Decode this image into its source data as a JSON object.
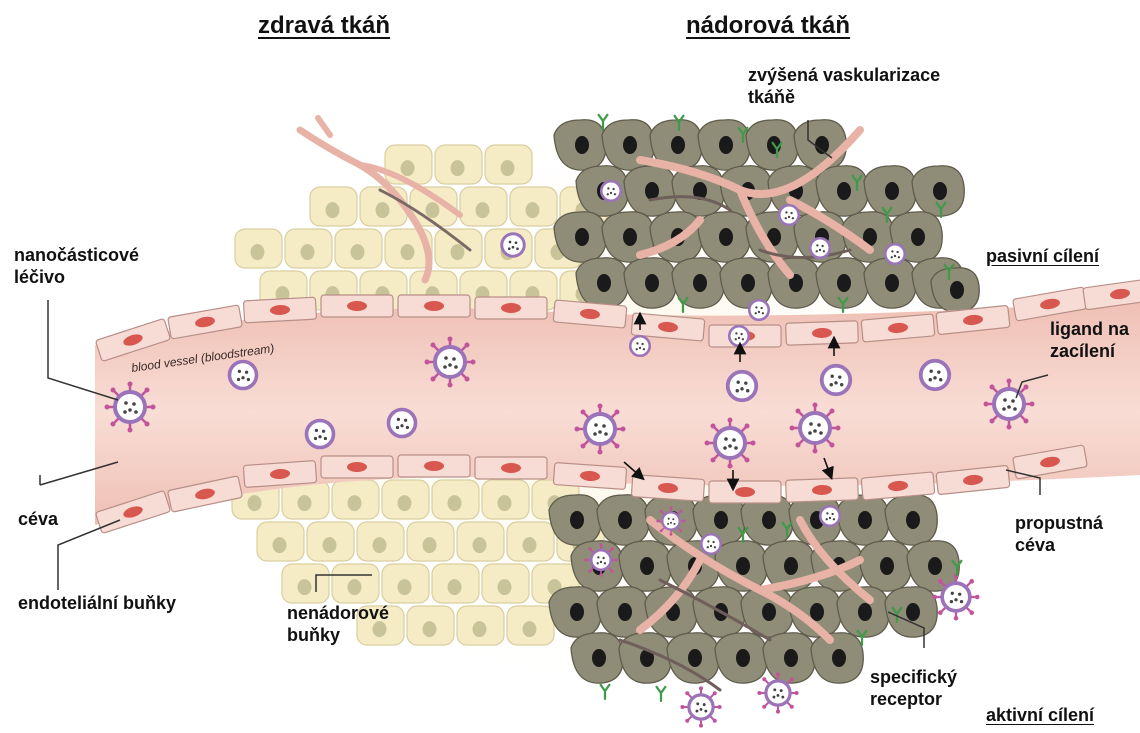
{
  "headings": {
    "healthy": "zdravá tkáň",
    "tumor": "nádorová tkáň"
  },
  "vessel_caption": "blood vessel (bloodstream)",
  "labels": {
    "nanodrug": "nanočásticové\nléčivo",
    "vessel": "céva",
    "endothelial": "endoteliální buňky",
    "nontumor_cells": "nenádorové\nbuňky",
    "vascularization": "zvýšená vaskularizace\ntkáňě",
    "ligand": "ligand na\nzacílení",
    "leaky_vessel": "propustná\ncéva",
    "receptor": "specifický\nreceptor"
  },
  "targeting": {
    "passive": "pasivní cílení",
    "active": "aktivní cílení"
  },
  "colors": {
    "vessel": "#f2c7bd",
    "vessel_core": "#f7d8cf",
    "endothelial_cell": "#f7dcd6",
    "endothelial_nucleus": "#d8574e",
    "healthy_cell": "#f5ecc6",
    "healthy_nucleus": "#c9c39a",
    "tumor_cell": "#8f8c77",
    "tumor_nucleus": "#1a1a1a",
    "capillary": "#eec2b8",
    "nanoparticle_ring": "#9a73b8",
    "ligand": "#c2549c",
    "receptor": "#3f9a4a",
    "glow": "#faf4e3"
  },
  "icons": {
    "nanoparticle": "nanoparticle-icon",
    "ligand": "ligand-icon",
    "receptor": "receptor-icon"
  }
}
